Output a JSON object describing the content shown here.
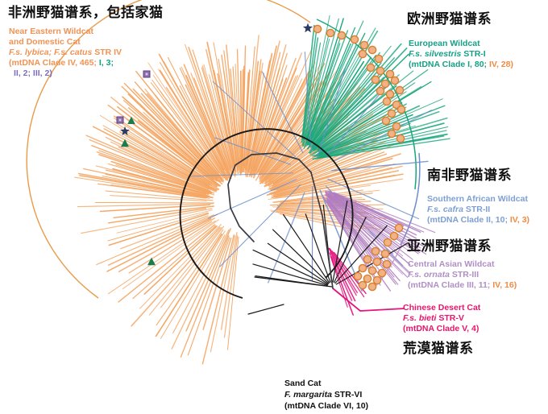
{
  "figure": {
    "type": "phylogenetic-radial-tree",
    "title_zh_main": "非洲野猫谱系，包括家猫",
    "background": "#ffffff"
  },
  "clades": {
    "near_eastern": {
      "heading_zh": "非洲野猫谱系，包括家猫",
      "name_en_line1": "Near Eastern Wildcat",
      "name_en_line2": "and Domestic Cat",
      "species": "F.s. lybica; F.s. catus",
      "str": "STR IV",
      "mtdna_line1_prefix": "(mtDNA Clade IV, 465;",
      "mtdna_clade_I": "I, 3;",
      "mtdna_line2": "II, 2; III, 2)",
      "color": "#F4A460",
      "text_color": "#F09355",
      "branch_count": 160
    },
    "european": {
      "heading_zh": "欧洲野猫谱系",
      "name_en": "European Wildcat",
      "species": "F.s. silvestris",
      "str": "STR-I",
      "mtdna_prefix": "(mtDNA Clade I, 80;",
      "mtdna_suffix_roman": "IV",
      "mtdna_suffix_count": ", 28)",
      "color": "#17A67C",
      "text_color": "#16A085",
      "branch_count": 44
    },
    "southern_african": {
      "heading_zh": "南非野猫谱系",
      "name_en": "Southern African Wildcat",
      "species": "F.s. cafra",
      "str": "STR-II",
      "mtdna_prefix": "(mtDNA Clade II, 10;",
      "mtdna_suffix_roman": "IV",
      "mtdna_suffix_count": ", 3)",
      "color": "#6C8FCB",
      "text_color": "#7D9FD3",
      "branch_count": 14
    },
    "central_asian": {
      "heading_zh": "亚洲野猫谱系",
      "name_en": "Central Asian Wildcat",
      "species": "F.s. ornata",
      "str": "STR-III",
      "mtdna_prefix": "(mtDNA Clade III, 11;",
      "mtdna_suffix_roman": "IV",
      "mtdna_suffix_count": ", 16)",
      "color": "#B07CC0",
      "text_color": "#B08FC4",
      "branch_count": 28
    },
    "chinese_desert": {
      "heading_zh": "荒漠猫谱系",
      "name_en": "Chinese Desert Cat",
      "species": "F.s. bieti",
      "str": "STR-V",
      "mtdna": "(mtDNA Clade V, 4)",
      "color": "#E5127D",
      "text_color": "#E8156B",
      "branch_count": 6
    },
    "sand_cat": {
      "name_en": "Sand Cat",
      "species": "F. margarita",
      "str": "STR-VI",
      "mtdna": "(mtDNA Clade VI, 10)",
      "color": "#1a1a1a",
      "text_color": "#111111",
      "branch_count": 10
    }
  },
  "markers": {
    "square": {
      "shape": "square",
      "fill": "#8E6FAE",
      "count": 3,
      "label": "purple-square-marker"
    },
    "triangle": {
      "shape": "triangle",
      "fill": "#1E7B4E",
      "count": 3,
      "label": "green-triangle-marker"
    },
    "star": {
      "shape": "star",
      "fill": "#2B3B66",
      "count": 2,
      "label": "navy-star-marker"
    },
    "circle": {
      "shape": "circle",
      "fill": "#F2B285",
      "stroke": "#D9802F",
      "count": 40,
      "label": "orange-circle-marker"
    }
  },
  "chart_data": {
    "type": "tree",
    "title": "非洲野猫谱系，包括家猫",
    "leaves_by_clade": [
      {
        "name": "Near Eastern Wildcat and Domestic Cat",
        "str": "STR IV",
        "mtdna_clade": "IV",
        "n": 465,
        "extra": [
          {
            "clade": "I",
            "n": 3
          },
          {
            "clade": "II",
            "n": 2
          },
          {
            "clade": "III",
            "n": 2
          }
        ],
        "color": "#F4A460"
      },
      {
        "name": "European Wildcat",
        "str": "STR-I",
        "mtdna_clade": "I",
        "n": 80,
        "extra": [
          {
            "clade": "IV",
            "n": 28
          }
        ],
        "color": "#17A67C"
      },
      {
        "name": "Southern African Wildcat",
        "str": "STR-II",
        "mtdna_clade": "II",
        "n": 10,
        "extra": [
          {
            "clade": "IV",
            "n": 3
          }
        ],
        "color": "#6C8FCB"
      },
      {
        "name": "Central Asian Wildcat",
        "str": "STR-III",
        "mtdna_clade": "III",
        "n": 11,
        "extra": [
          {
            "clade": "IV",
            "n": 16
          }
        ],
        "color": "#B07CC0"
      },
      {
        "name": "Chinese Desert Cat",
        "str": "STR-V",
        "mtdna_clade": "V",
        "n": 4,
        "extra": [],
        "color": "#E5127D"
      },
      {
        "name": "Sand Cat",
        "str": "STR-VI",
        "mtdna_clade": "VI",
        "n": 10,
        "extra": [],
        "color": "#1a1a1a"
      }
    ]
  }
}
